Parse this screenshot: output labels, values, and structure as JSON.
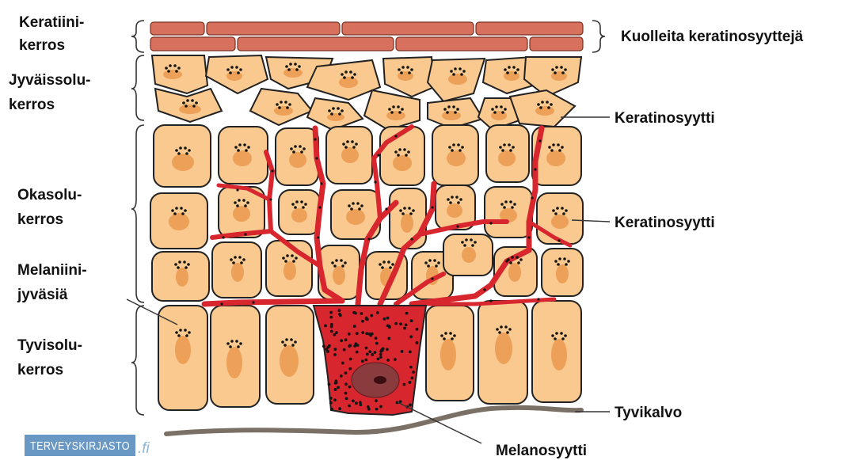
{
  "diagram": {
    "left_labels": {
      "keratin_layer": [
        "Keratiini-",
        "kerros"
      ],
      "granular_layer": [
        "Jyväissolu-",
        "kerros"
      ],
      "spinous_layer": [
        "Okasolu-",
        "kerros"
      ],
      "melanin_granules": [
        "Melaniini-",
        "jyväsiä"
      ],
      "basal_layer": [
        "Tyvisolu-",
        "kerros"
      ]
    },
    "right_labels": {
      "dead_keratinocytes": "Kuolleita keratinosyyttejä",
      "keratinocyte_upper": "Keratinosyytti",
      "keratinocyte_middle": "Keratinosyytti",
      "basement_membrane": "Tyvikalvo",
      "melanocyte": "Melanosyytti"
    }
  },
  "logo": {
    "box_text": "TERVEYSKIRJASTO",
    "suffix": ".fi"
  },
  "colors": {
    "cell_fill": "#f9c98f",
    "cell_outline": "#222222",
    "nucleus": "#eda058",
    "keratin_brick": "#d7705c",
    "melanocyte_red": "#d8262e",
    "melanocyte_nucleus": "#8a3b3e",
    "basement_membrane": "#7b7066",
    "logo_blue": "#6a98c4"
  }
}
